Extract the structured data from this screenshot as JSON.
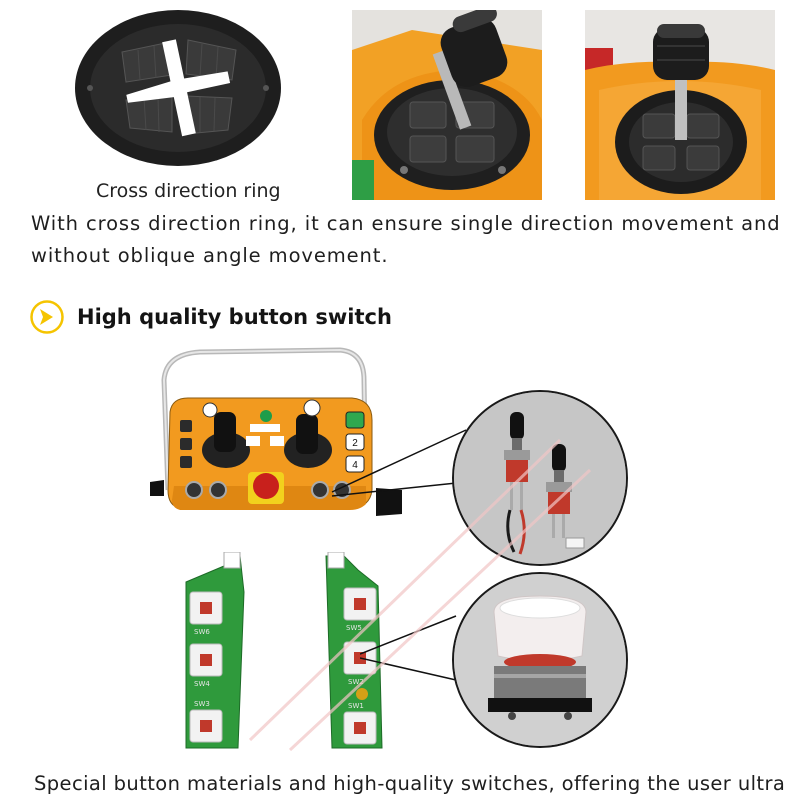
{
  "top": {
    "ring_caption": "Cross direction ring",
    "description_line1": "With cross direction ring, it can ensure single direction movement and",
    "description_line2": "without oblique angle movement."
  },
  "section": {
    "title": "High quality button switch",
    "icon": "chevron-right-circle-icon",
    "accent_color": "#f5c400"
  },
  "remote": {
    "button_labels": [
      "2",
      "4"
    ]
  },
  "pcb": {
    "left_labels": [
      "SW6",
      "SW4",
      "SW3"
    ],
    "right_labels": [
      "SW5",
      "SW2",
      "SW1"
    ]
  },
  "bottom": {
    "caption": "Special button materials and high-quality switches, offering the user ultra"
  },
  "colors": {
    "orange_body": "#f29a1f",
    "pcb_green": "#2f9a3c",
    "watermark": "#f2b5b5"
  }
}
